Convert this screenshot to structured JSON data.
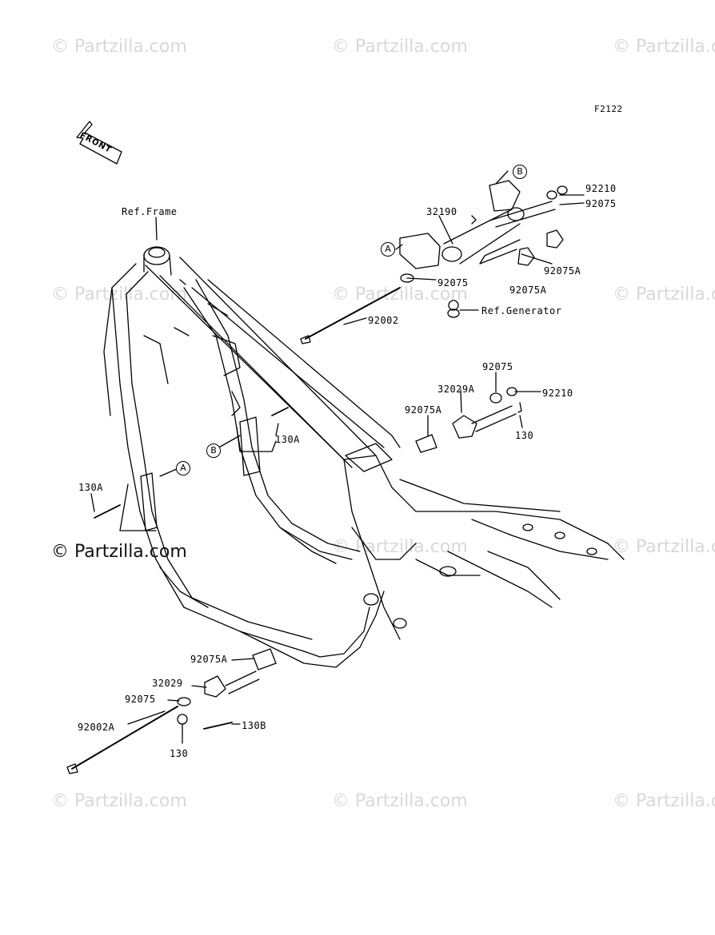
{
  "diagram_code": "F2122",
  "front_label": "FRONT",
  "watermark_text": "© Partzilla.com",
  "main_watermark_text": "© Partzilla.com",
  "ref_labels": {
    "frame": "Ref.Frame",
    "generator": "Ref.Generator"
  },
  "callouts": {
    "a_upper": "A",
    "a_lower": "A",
    "b_upper": "B",
    "b_lower": "B"
  },
  "part_labels": {
    "p92210_top": "92210",
    "p92075_top": "92075",
    "p32190": "32190",
    "p92075A_right": "92075A",
    "p92075A_mid": "92075A",
    "p92075_mid": "92075",
    "p92002": "92002",
    "p92075_center": "92075",
    "p32029A": "32029A",
    "p92210_center": "92210",
    "p92075A_center": "92075A",
    "p130_center": "130",
    "p130A_center": "130A",
    "p130A_left": "130A",
    "p92075A_bottom": "92075A",
    "p32029": "32029",
    "p92075_bottom": "92075",
    "p92002A": "92002A",
    "p130B": "130B",
    "p130_bottom": "130"
  },
  "colors": {
    "line": "#000000",
    "watermark": "#d8d8d8",
    "background": "#ffffff"
  }
}
